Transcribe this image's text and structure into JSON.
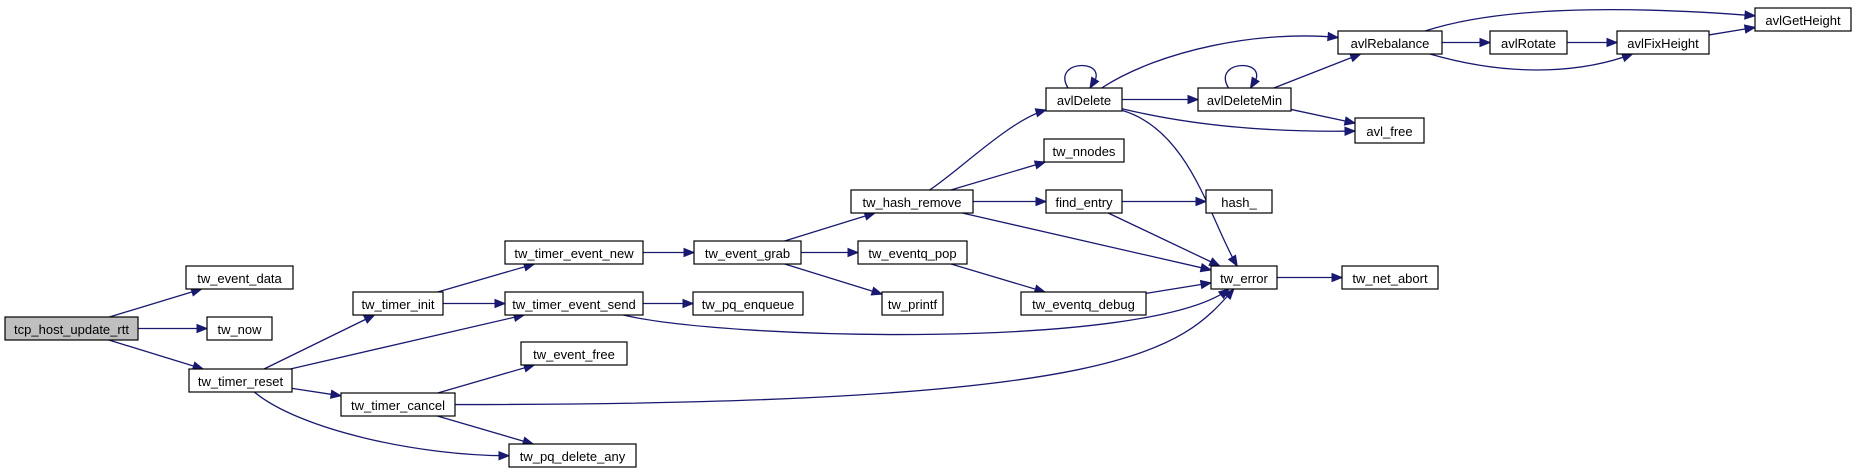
{
  "diagram": {
    "type": "call-graph",
    "colors": {
      "edge": "#191970",
      "root_fill": "#bfbfbf",
      "node_fill": "#ffffff",
      "node_border": "#000000"
    },
    "root": "tcp_host_update_rtt",
    "nodes": [
      {
        "id": "tcp_host_update_rtt",
        "label": "tcp_host_update_rtt",
        "root": true
      },
      {
        "id": "tw_event_data",
        "label": "tw_event_data"
      },
      {
        "id": "tw_now",
        "label": "tw_now"
      },
      {
        "id": "tw_timer_reset",
        "label": "tw_timer_reset"
      },
      {
        "id": "tw_timer_init",
        "label": "tw_timer_init"
      },
      {
        "id": "tw_timer_cancel",
        "label": "tw_timer_cancel"
      },
      {
        "id": "tw_timer_event_new",
        "label": "tw_timer_event_new"
      },
      {
        "id": "tw_timer_event_send",
        "label": "tw_timer_event_send"
      },
      {
        "id": "tw_event_free",
        "label": "tw_event_free"
      },
      {
        "id": "tw_pq_delete_any",
        "label": "tw_pq_delete_any"
      },
      {
        "id": "tw_event_grab",
        "label": "tw_event_grab"
      },
      {
        "id": "tw_pq_enqueue",
        "label": "tw_pq_enqueue"
      },
      {
        "id": "tw_hash_remove",
        "label": "tw_hash_remove"
      },
      {
        "id": "tw_eventq_pop",
        "label": "tw_eventq_pop"
      },
      {
        "id": "tw_printf",
        "label": "tw_printf"
      },
      {
        "id": "avlDelete",
        "label": "avlDelete"
      },
      {
        "id": "tw_nnodes",
        "label": "tw_nnodes"
      },
      {
        "id": "find_entry",
        "label": "find_entry"
      },
      {
        "id": "tw_eventq_debug",
        "label": "tw_eventq_debug"
      },
      {
        "id": "avlDeleteMin",
        "label": "avlDeleteMin"
      },
      {
        "id": "avl_free",
        "label": "avl_free"
      },
      {
        "id": "hash_",
        "label": "hash_"
      },
      {
        "id": "tw_error",
        "label": "tw_error"
      },
      {
        "id": "tw_net_abort",
        "label": "tw_net_abort"
      },
      {
        "id": "avlRebalance",
        "label": "avlRebalance"
      },
      {
        "id": "avlRotate",
        "label": "avlRotate"
      },
      {
        "id": "avlFixHeight",
        "label": "avlFixHeight"
      },
      {
        "id": "avlGetHeight",
        "label": "avlGetHeight"
      }
    ],
    "edges": [
      {
        "from": "tcp_host_update_rtt",
        "to": "tw_event_data"
      },
      {
        "from": "tcp_host_update_rtt",
        "to": "tw_now"
      },
      {
        "from": "tcp_host_update_rtt",
        "to": "tw_timer_reset"
      },
      {
        "from": "tw_timer_reset",
        "to": "tw_timer_init"
      },
      {
        "from": "tw_timer_reset",
        "to": "tw_timer_event_send"
      },
      {
        "from": "tw_timer_reset",
        "to": "tw_timer_cancel"
      },
      {
        "from": "tw_timer_reset",
        "to": "tw_pq_delete_any"
      },
      {
        "from": "tw_timer_init",
        "to": "tw_timer_event_new"
      },
      {
        "from": "tw_timer_init",
        "to": "tw_timer_event_send"
      },
      {
        "from": "tw_timer_cancel",
        "to": "tw_event_free"
      },
      {
        "from": "tw_timer_cancel",
        "to": "tw_pq_delete_any"
      },
      {
        "from": "tw_timer_cancel",
        "to": "tw_error"
      },
      {
        "from": "tw_timer_event_new",
        "to": "tw_event_grab"
      },
      {
        "from": "tw_timer_event_send",
        "to": "tw_pq_enqueue"
      },
      {
        "from": "tw_timer_event_send",
        "to": "tw_error"
      },
      {
        "from": "tw_event_grab",
        "to": "tw_hash_remove"
      },
      {
        "from": "tw_event_grab",
        "to": "tw_eventq_pop"
      },
      {
        "from": "tw_event_grab",
        "to": "tw_printf"
      },
      {
        "from": "tw_hash_remove",
        "to": "avlDelete"
      },
      {
        "from": "tw_hash_remove",
        "to": "tw_nnodes"
      },
      {
        "from": "tw_hash_remove",
        "to": "find_entry"
      },
      {
        "from": "tw_hash_remove",
        "to": "tw_error"
      },
      {
        "from": "tw_eventq_pop",
        "to": "tw_eventq_debug"
      },
      {
        "from": "tw_eventq_debug",
        "to": "tw_error"
      },
      {
        "from": "find_entry",
        "to": "hash_"
      },
      {
        "from": "find_entry",
        "to": "tw_error"
      },
      {
        "from": "avlDelete",
        "to": "avlDelete"
      },
      {
        "from": "avlDelete",
        "to": "avlRebalance"
      },
      {
        "from": "avlDelete",
        "to": "avlDeleteMin"
      },
      {
        "from": "avlDelete",
        "to": "avl_free"
      },
      {
        "from": "avlDelete",
        "to": "tw_error"
      },
      {
        "from": "avlDeleteMin",
        "to": "avlDeleteMin"
      },
      {
        "from": "avlDeleteMin",
        "to": "avlRebalance"
      },
      {
        "from": "avlDeleteMin",
        "to": "avl_free"
      },
      {
        "from": "avlRebalance",
        "to": "avlRotate"
      },
      {
        "from": "avlRebalance",
        "to": "avlFixHeight"
      },
      {
        "from": "avlRebalance",
        "to": "avlGetHeight"
      },
      {
        "from": "avlRotate",
        "to": "avlFixHeight"
      },
      {
        "from": "avlFixHeight",
        "to": "avlGetHeight"
      },
      {
        "from": "tw_error",
        "to": "tw_net_abort"
      }
    ]
  }
}
